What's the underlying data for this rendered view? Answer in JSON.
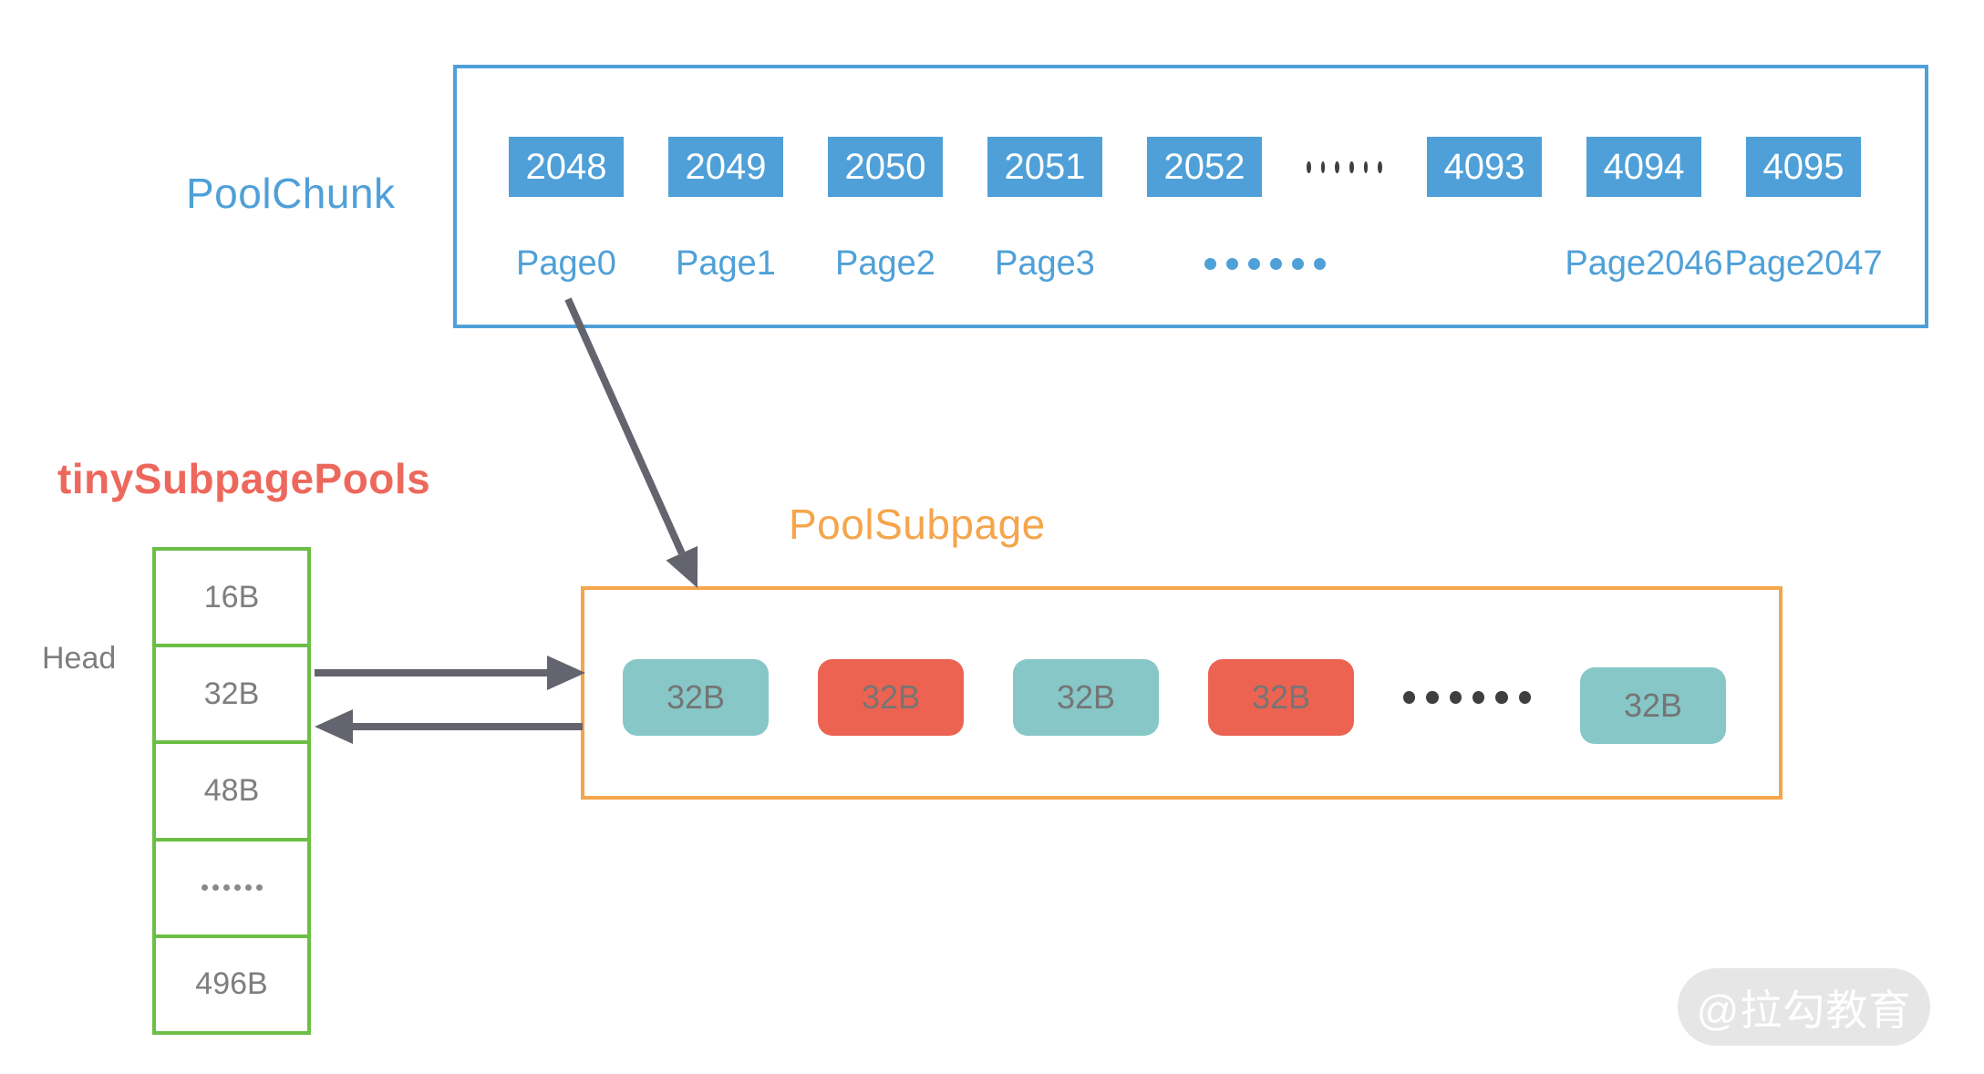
{
  "colors": {
    "blue": "#4FA0D8",
    "orange": "#F5A54B",
    "green": "#6CBE45",
    "red": "#EC6352",
    "red_label": "#ED685C",
    "teal": "#87C7C7",
    "gray_text": "#7E7E7E",
    "arrow": "#64646E",
    "dot_dark": "#3F3F3F",
    "watermark_bg": "#E6E6E6"
  },
  "pool_chunk": {
    "title": "PoolChunk",
    "cells": [
      {
        "t": "cell",
        "label": "2048"
      },
      {
        "t": "cell",
        "label": "2049"
      },
      {
        "t": "cell",
        "label": "2050"
      },
      {
        "t": "cell",
        "label": "2051"
      },
      {
        "t": "cell",
        "label": "2052"
      },
      {
        "t": "dots"
      },
      {
        "t": "cell",
        "label": "4093"
      },
      {
        "t": "cell",
        "label": "4094"
      },
      {
        "t": "cell",
        "label": "4095"
      }
    ],
    "pages": [
      {
        "t": "label",
        "text": "Page0"
      },
      {
        "t": "label",
        "text": "Page1"
      },
      {
        "t": "label",
        "text": "Page2"
      },
      {
        "t": "label",
        "text": "Page3"
      },
      {
        "t": "dots"
      },
      {
        "t": "spacer"
      },
      {
        "t": "label",
        "text": "Page2046"
      },
      {
        "t": "label",
        "text": "Page2047"
      }
    ]
  },
  "tiny_subpage_pools": {
    "title": "tinySubpagePools",
    "head_label": "Head",
    "rows": [
      {
        "t": "text",
        "label": "16B"
      },
      {
        "t": "text",
        "label": "32B"
      },
      {
        "t": "text",
        "label": "48B"
      },
      {
        "t": "dots"
      },
      {
        "t": "text",
        "label": "496B"
      }
    ]
  },
  "pool_subpage": {
    "title": "PoolSubpage",
    "blocks": [
      {
        "t": "block",
        "variant": "teal",
        "label": "32B"
      },
      {
        "t": "block",
        "variant": "red",
        "label": "32B"
      },
      {
        "t": "block",
        "variant": "teal",
        "label": "32B"
      },
      {
        "t": "block",
        "variant": "red",
        "label": "32B"
      },
      {
        "t": "dots"
      },
      {
        "t": "block",
        "variant": "teal",
        "label": "32B",
        "offset_down": true
      }
    ]
  },
  "watermark": {
    "text": "@拉勾教育"
  }
}
